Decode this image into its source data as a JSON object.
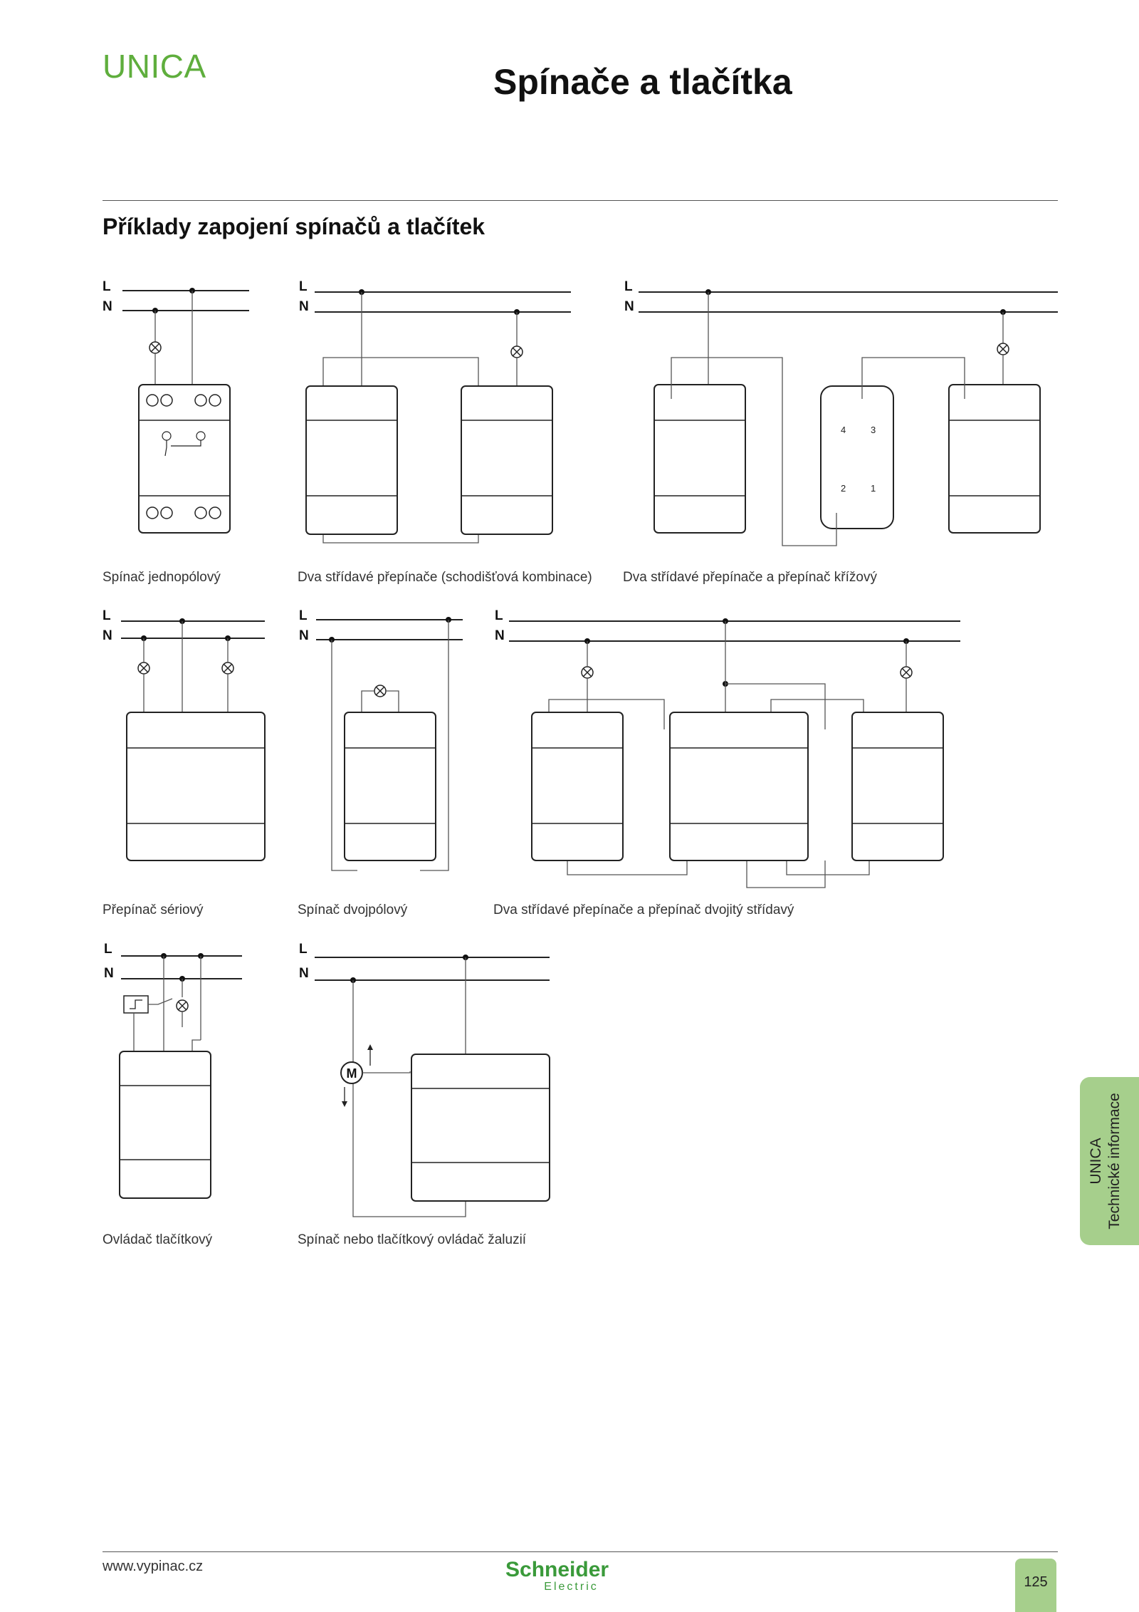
{
  "header": {
    "brand": "UNICA",
    "title": "Spínače a tlačítka"
  },
  "section": {
    "title": "Příklady zapojení spínačů a tlačítek"
  },
  "labels": {
    "line": "L",
    "neutral": "N",
    "motor": "M"
  },
  "diagrams": [
    {
      "caption": "Spínač jednopólový"
    },
    {
      "caption": "Dva střídavé přepínače (schodišťová kombinace)"
    },
    {
      "caption": "Dva střídavé přepínače a přepínač křížový",
      "terminals": [
        "4",
        "3",
        "2",
        "1"
      ]
    },
    {
      "caption": "Přepínač sériový"
    },
    {
      "caption": "Spínač dvojpólový"
    },
    {
      "caption": "Dva střídavé přepínače a přepínač dvojitý střídavý"
    },
    {
      "caption": "Ovládač tlačítkový"
    },
    {
      "caption": "Spínač nebo tlačítkový ovládač žaluzií"
    }
  ],
  "side_tab": {
    "line1": "UNICA",
    "line2": "Technické informace"
  },
  "footer": {
    "url": "www.vypinac.cz",
    "logo_main": "Schneider",
    "logo_sub": "Electric",
    "page_number": "125"
  },
  "colors": {
    "brand_green": "#5fae3d",
    "tab_green": "#a6cf8c",
    "logo_green": "#3a9a3a"
  }
}
